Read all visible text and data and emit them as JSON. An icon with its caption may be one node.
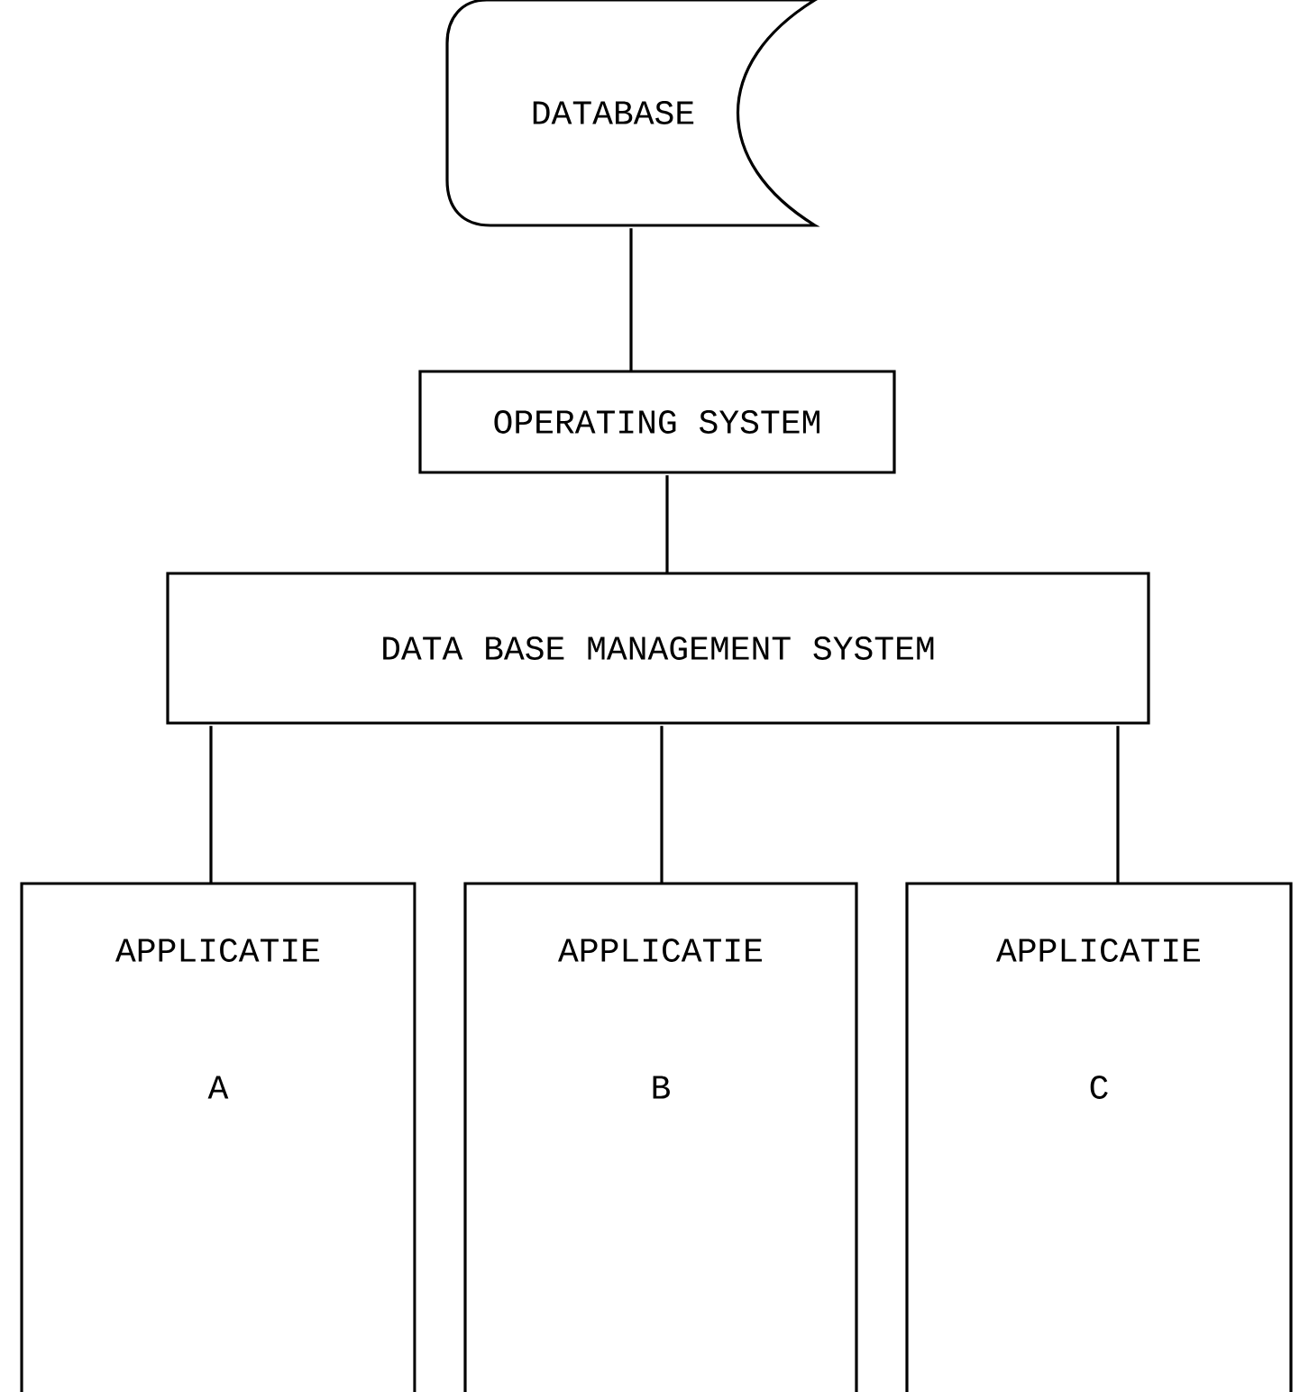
{
  "diagram": {
    "nodes": [
      {
        "text": [
          "DATABASE"
        ]
      },
      {
        "text": [
          "OPERATING SYSTEM"
        ]
      },
      {
        "text": [
          "DATA BASE MANAGEMENT SYSTEM"
        ]
      },
      {
        "text": [
          "APPLICATIE",
          "A"
        ]
      },
      {
        "text": [
          "APPLICATIE",
          "B"
        ]
      },
      {
        "text": [
          "APPLICATIE",
          "C"
        ]
      }
    ],
    "edges": [
      {
        "from": 0,
        "to": 1,
        "arrow": "none"
      },
      {
        "from": 1,
        "to": 2,
        "arrow": "none"
      },
      {
        "from": 2,
        "to": 3,
        "arrow": "none"
      },
      {
        "from": 2,
        "to": 4,
        "arrow": "none"
      },
      {
        "from": 2,
        "to": 5,
        "arrow": "none"
      }
    ]
  }
}
